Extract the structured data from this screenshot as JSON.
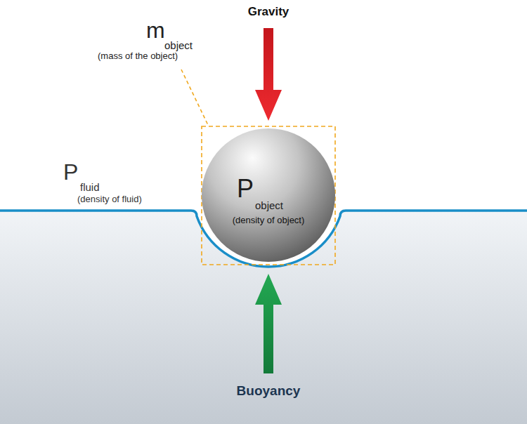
{
  "diagram": {
    "nodes": [
      {
        "text": [
          "P",
          "object",
          "(density of object)"
        ]
      }
    ],
    "labels": [
      "m",
      "object",
      "(mass of the object)",
      "Gravity",
      "P",
      "fluid",
      "(density of fluid)",
      "Buoyancy"
    ]
  }
}
